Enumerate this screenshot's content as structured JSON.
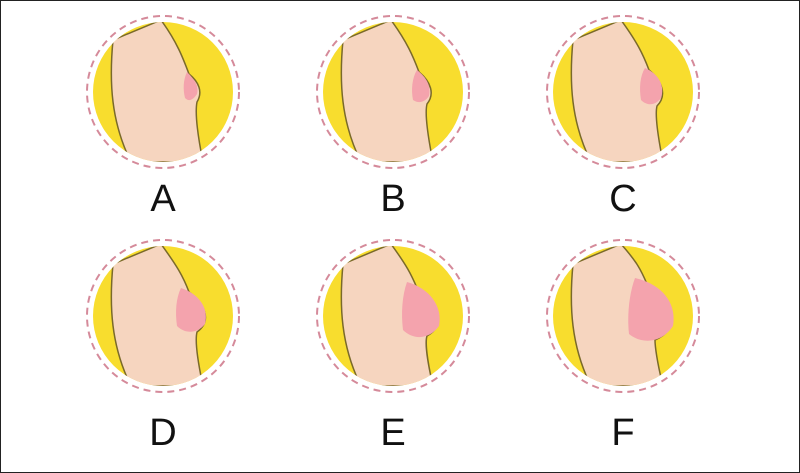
{
  "diagram": {
    "subject": "Side-profile chest illustrations labeled by category",
    "colors": {
      "background_circle": "#f8dd2e",
      "skin": "#f6d5bf",
      "highlight": "#f4a3ad",
      "outline": "#7a6a2a",
      "dashed_ring": "#d58a9a"
    },
    "items": [
      {
        "label": "A",
        "size": 1
      },
      {
        "label": "B",
        "size": 2
      },
      {
        "label": "C",
        "size": 3
      },
      {
        "label": "D",
        "size": 4
      },
      {
        "label": "E",
        "size": 5
      },
      {
        "label": "F",
        "size": 6
      }
    ]
  }
}
